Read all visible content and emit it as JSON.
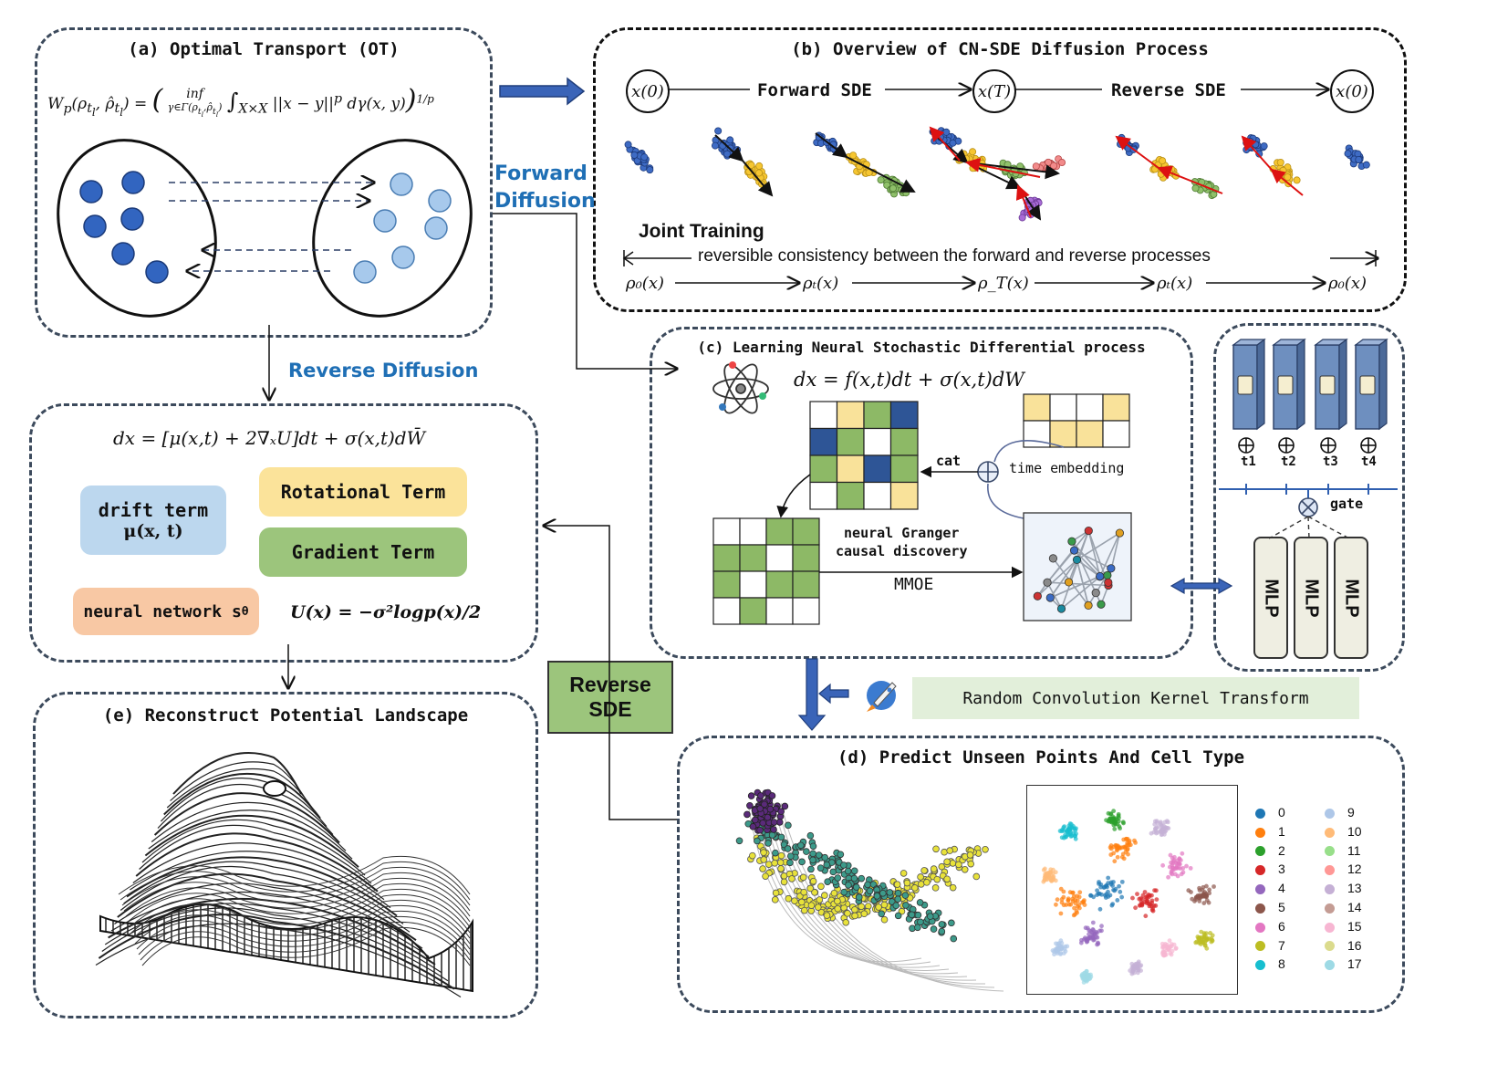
{
  "panel_a": {
    "title": "(a) Optimal Transport (OT)",
    "formula": "W_p(ρ_t_l, ρ̂_t_l) = ( inf_{γ∈Γ(ρ_t_l, ρ̂_t_l)} ∫_{X×X} ||x − y||^p dγ(x, y) )^{1/p}"
  },
  "arrows_labels": {
    "forward_diffusion_1": "Forward",
    "forward_diffusion_2": "Diffusion",
    "reverse_diffusion": "Reverse Diffusion",
    "reverse_sde_1": "Reverse",
    "reverse_sde_2": "SDE"
  },
  "panel_b": {
    "title": "(b) Overview of CN-SDE Diffusion Process",
    "node_start": "x(0)",
    "node_mid": "x(T)",
    "node_end": "x(0)",
    "forward_label": "Forward SDE",
    "reverse_label": "Reverse SDE",
    "joint_training": "Joint Training",
    "consistency": "reversible consistency between the forward and reverse processes",
    "rho": [
      "ρ₀(x)",
      "ρₜ(x)",
      "ρ_T(x)",
      "ρₜ(x)",
      "ρ₀(x)"
    ]
  },
  "panel_c": {
    "title": "(c) Learning Neural Stochastic Differential process",
    "formula": "dx = f(x,t)dt + σ(x,t)dW",
    "cat": "cat",
    "time_embedding": "time embedding",
    "granger_1": "neural Granger",
    "granger_2": "causal discovery",
    "mmoe": "MMOE"
  },
  "experts": {
    "t_labels": [
      "t1",
      "t2",
      "t3",
      "t4"
    ],
    "gate": "gate",
    "mlp": [
      "MLP",
      "MLP",
      "MLP"
    ]
  },
  "rckt": "Random Convolution Kernel Transform",
  "panel_left": {
    "formula": "dx = [μ(x,t) + 2∇ₓU]dt + σ(x,t)dW̄",
    "drift_1": "drift term",
    "drift_2": "μ(x, t)",
    "rotational": "Rotational Term",
    "gradient": "Gradient Term",
    "nn": "neural network s",
    "nn_sub": "θ",
    "potential": "U(x) = −σ²logp(x)/2"
  },
  "panel_d": {
    "title": "(d) Predict Unseen Points And Cell Type",
    "legend_left": [
      "0",
      "1",
      "2",
      "3",
      "4",
      "5",
      "6",
      "7",
      "8"
    ],
    "legend_right": [
      "9",
      "10",
      "11",
      "12",
      "13",
      "14",
      "15",
      "16",
      "17"
    ],
    "colors_left": [
      "#1f77b4",
      "#ff7f0e",
      "#2ca02c",
      "#d62728",
      "#9467bd",
      "#8c564b",
      "#e377c2",
      "#bcbd22",
      "#17becf"
    ],
    "colors_right": [
      "#aec7e8",
      "#ffbb78",
      "#98df8a",
      "#ff9896",
      "#c5b0d5",
      "#c49c94",
      "#f7b6d2",
      "#dbdb8d",
      "#9edae5"
    ]
  },
  "panel_e": {
    "title": "(e) Reconstruct Potential Landscape"
  }
}
